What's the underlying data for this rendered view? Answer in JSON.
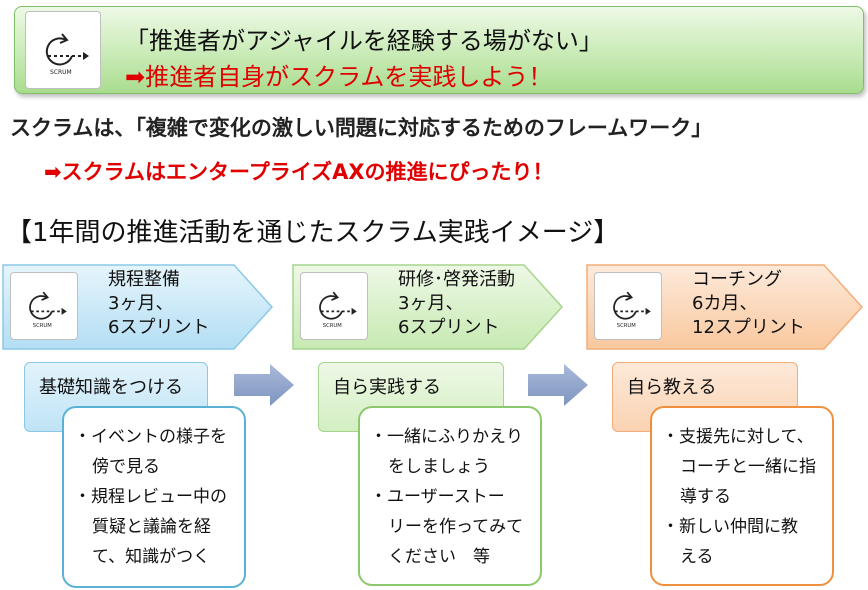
{
  "banner": {
    "line1": "「推進者がアジャイルを経験する場がない」",
    "line2_arrow": "➡",
    "line2": "推進者自身がスクラムを実践しよう！"
  },
  "scrum_icon_label": "SCRUM",
  "intro": {
    "line1": "スクラムは、「複雑で変化の激しい問題に対応するためのフレームワーク」",
    "line2_arrow": "➡",
    "line2": "スクラムはエンタープライズAXの推進にぴったり！"
  },
  "section_title": "【1年間の推進活動を通じたスクラム実践イメージ】",
  "phases": [
    {
      "title": "規程整備",
      "duration": "3ヶ月、",
      "sprints": "6スプリント",
      "action": "基礎知識をつける",
      "details": [
        [
          "・イベントの様子を",
          "傍で見る"
        ],
        [
          "・規程レビュー中の",
          "質疑と議論を経",
          "て、知識がつく"
        ]
      ],
      "color": "#bfe4f6"
    },
    {
      "title": "研修･啓発活動",
      "duration": "3ヶ月、",
      "sprints": "6スプリント",
      "action": "自ら実践する",
      "details": [
        [
          "・一緒にふりかえり",
          "をしましょう"
        ],
        [
          "・ユーザーストー",
          "リーを作ってみて",
          "ください　等"
        ]
      ],
      "color": "#d3efc2"
    },
    {
      "title": "コーチング",
      "duration": "6カ月、",
      "sprints": "12スプリント",
      "action": "自ら教える",
      "details": [
        [
          "・支援先に対して、",
          "コーチと一緒に指",
          "導する"
        ],
        [
          "・新しい仲間に教",
          "える"
        ]
      ],
      "color": "#fbd3b2"
    }
  ],
  "colors": {
    "banner_green": "#a9dc8f",
    "accent_red": "#e00000",
    "flow_arrow": "#8fa3c8"
  }
}
